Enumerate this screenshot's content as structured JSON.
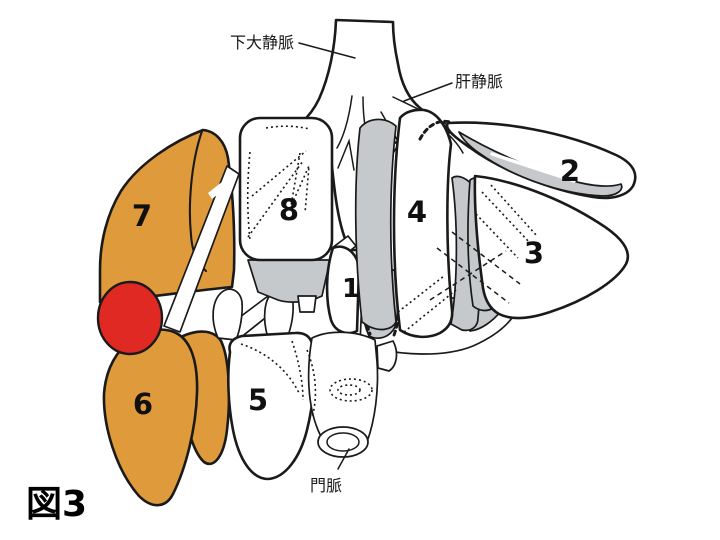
{
  "figure": {
    "caption": "図3"
  },
  "anatomy_labels": {
    "inferior_vena_cava": "下大静脈",
    "hepatic_vein": "肝静脈",
    "portal_vein": "門脈"
  },
  "liver_segments": [
    {
      "number": "1"
    },
    {
      "number": "2"
    },
    {
      "number": "3"
    },
    {
      "number": "4"
    },
    {
      "number": "5"
    },
    {
      "number": "6"
    },
    {
      "number": "7"
    },
    {
      "number": "8"
    }
  ],
  "highlighted_segments": [
    "6",
    "7"
  ],
  "marker": {
    "type": "red-circle-lesion-marker"
  },
  "colors": {
    "segment_highlight": "#DF9A3C",
    "lesion_marker": "#E12923",
    "cut_surface_shading": "#C5C9CB",
    "outline": "#1A1A1A",
    "background": "#FFFFFF"
  }
}
